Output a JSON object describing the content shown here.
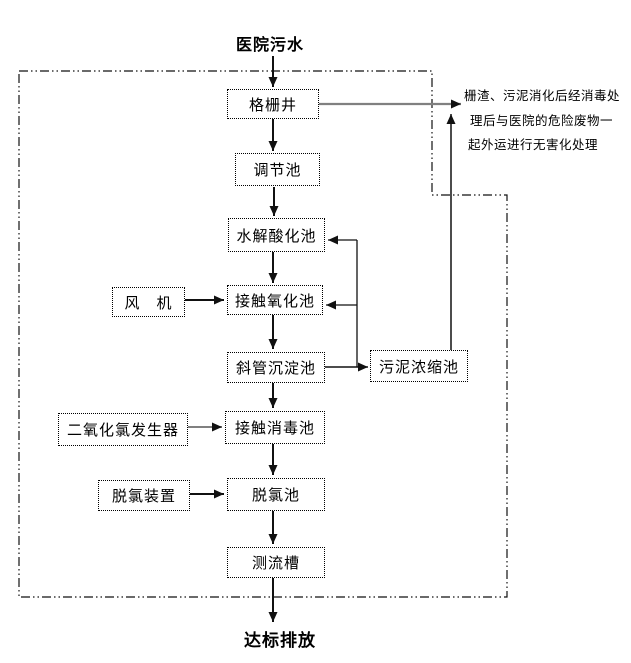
{
  "diagram": {
    "source_label": "医院污水",
    "outcome_label": "达标排放",
    "nodes": {
      "grid_well": "格栅井",
      "regulating_tank": "调节池",
      "hydrolysis_acidification_tank": "水解酸化池",
      "fan": "风　机",
      "contact_oxidation_tank": "接触氧化池",
      "inclined_tube_sedimentation_tank": "斜管沉淀池",
      "sludge_thickening_tank": "污泥浓缩池",
      "chlorine_dioxide_generator": "二氧化氯发生器",
      "contact_disinfection_tank": "接触消毒池",
      "dechlorination_device": "脱氯装置",
      "dechlorination_tank": "脱氯池",
      "flow_measuring_channel": "测流槽"
    },
    "side_note": {
      "line1": "栅渣、污泥消化后经消毒处",
      "line2": "理后与医院的危险废物一",
      "line3": "起外运进行无害化处理"
    },
    "colors": {
      "line": "#111111",
      "gray_line": "#808080",
      "text": "#000000",
      "background": "#ffffff"
    }
  }
}
